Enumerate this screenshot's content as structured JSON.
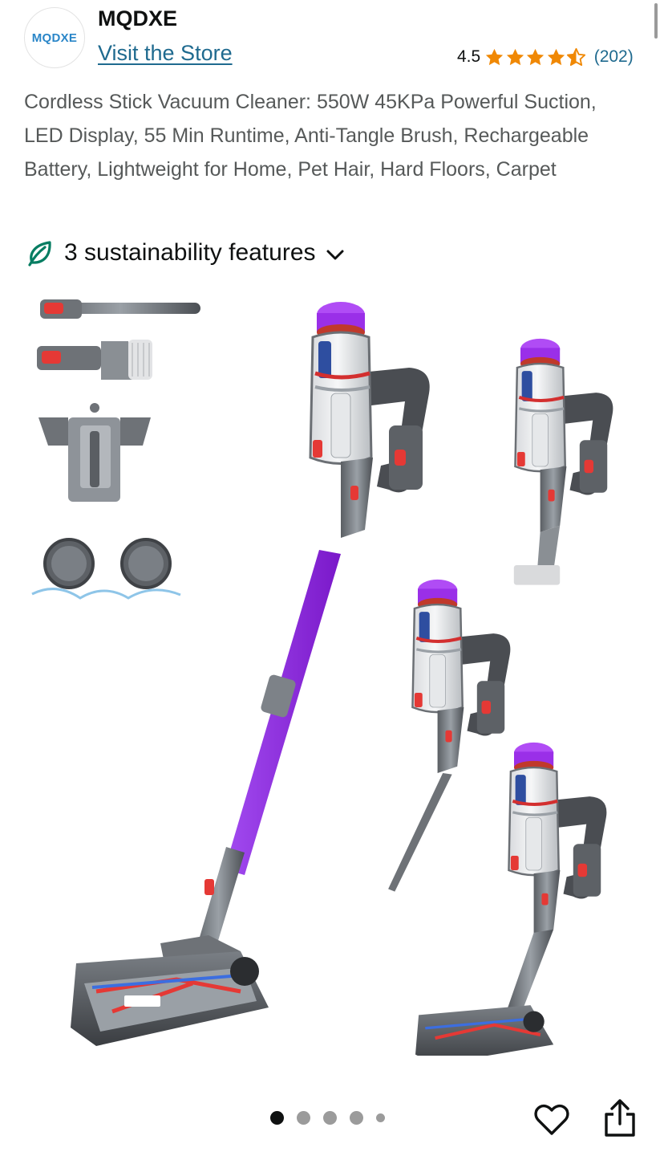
{
  "store": {
    "logo_text": "MQDXE",
    "brand_name": "MQDXE",
    "visit_link": "Visit the Store"
  },
  "rating": {
    "value": "4.5",
    "stars": 4.5,
    "count": "(202)"
  },
  "product": {
    "title": "Cordless Stick Vacuum Cleaner: 550W 45KPa Powerful Suction, LED Display, 55 Min Runtime, Anti-Tangle Brush, Rechargeable Battery, Lightweight for Home, Pet Hair, Hard Floors, Carpet"
  },
  "sustainability": {
    "label": "3 sustainability features"
  },
  "gallery": {
    "total_images": 5,
    "current_index": 1
  },
  "colors": {
    "star": "#f08804",
    "link": "#1f6a8f",
    "leaf": "#067d62",
    "purple_tube": "#8a2be2",
    "accent_red": "#e53935"
  },
  "icons": [
    "star-icon",
    "leaf-icon",
    "chevron-down-icon",
    "heart-icon",
    "share-icon"
  ]
}
